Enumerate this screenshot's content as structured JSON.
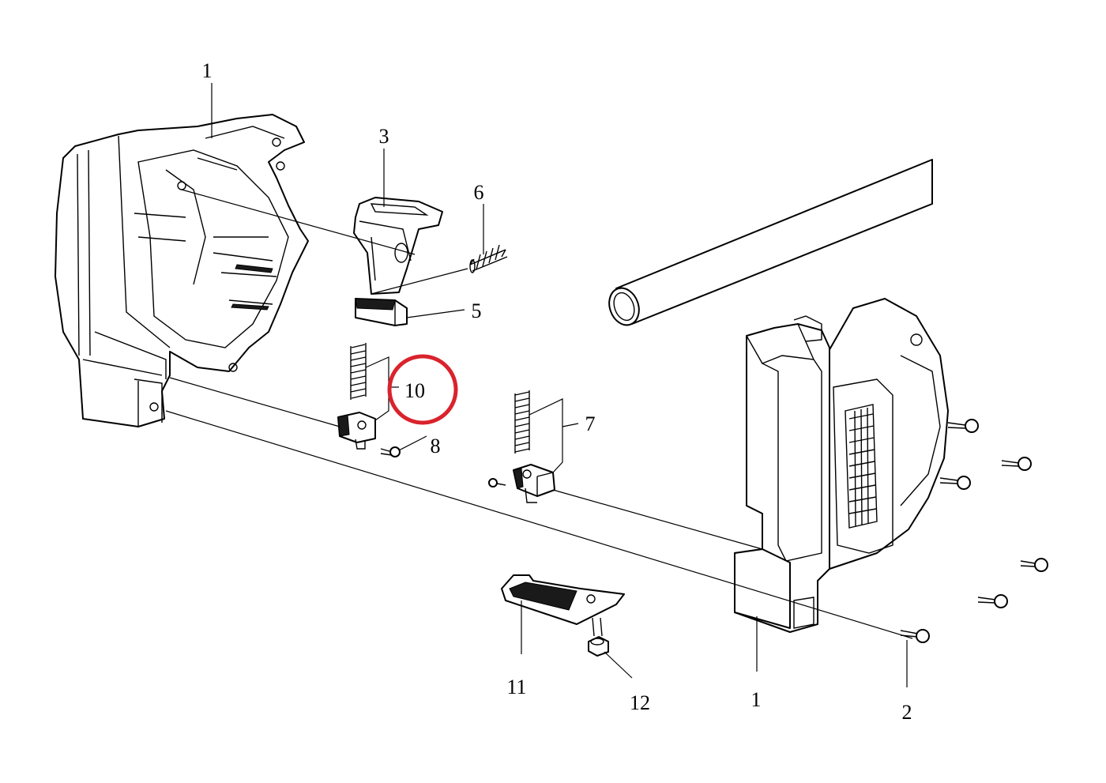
{
  "callouts": {
    "c1_top": "1",
    "c3": "3",
    "c6": "6",
    "c5": "5",
    "c10": "10",
    "c7": "7",
    "c8": "8",
    "c11": "11",
    "c12": "12",
    "c1_bottom": "1",
    "c2": "2"
  },
  "highlight": {
    "target": "10",
    "color": "#d9232d"
  }
}
